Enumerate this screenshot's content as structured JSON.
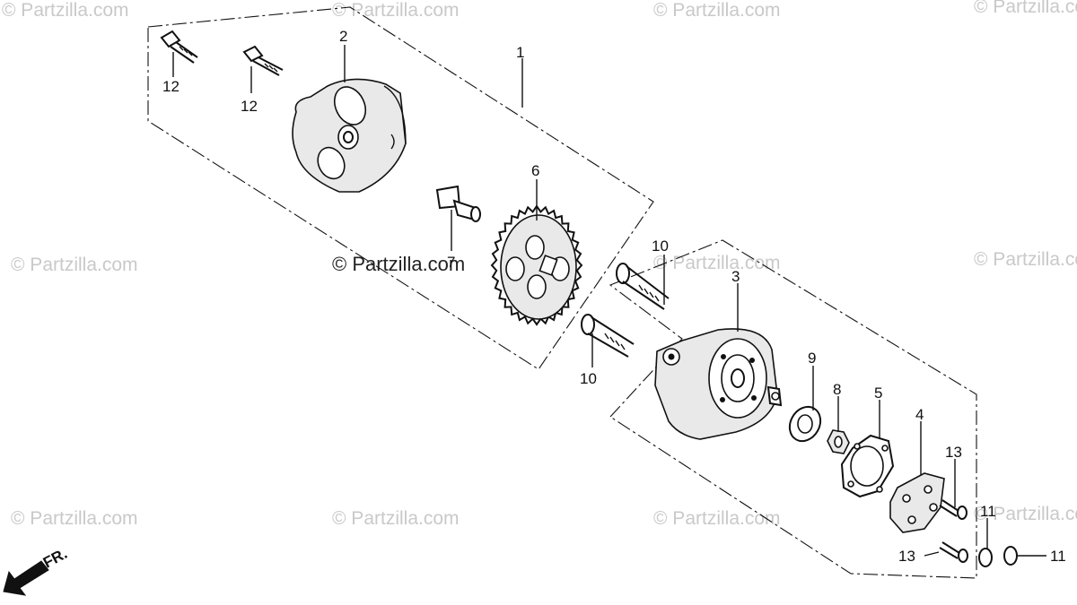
{
  "watermark": {
    "text": "© Partzilla.com",
    "center_text": "© Partzilla.com"
  },
  "direction_label": "FR.",
  "callouts": {
    "c1": "1",
    "c2": "2",
    "c3": "3",
    "c4": "4",
    "c5": "5",
    "c6": "6",
    "c7": "7",
    "c8": "8",
    "c9": "9",
    "c10a": "10",
    "c10b": "10",
    "c11a": "11",
    "c11b": "11",
    "c12a": "12",
    "c12b": "12",
    "c13a": "13",
    "c13b": "13"
  }
}
